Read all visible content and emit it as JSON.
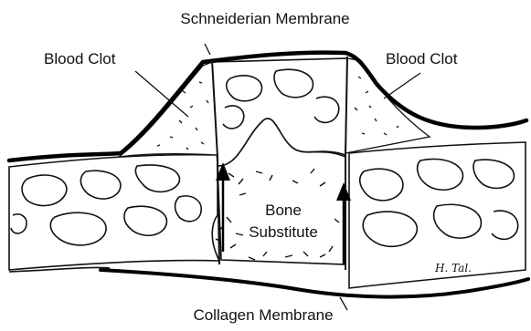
{
  "labels": {
    "top": "Schneiderian Membrane",
    "left_clot": "Blood Clot",
    "right_clot": "Blood Clot",
    "center_line1": "Bone",
    "center_line2": "Substitute",
    "bottom": "Collagen Membrane",
    "signature": "H. Tal."
  }
}
